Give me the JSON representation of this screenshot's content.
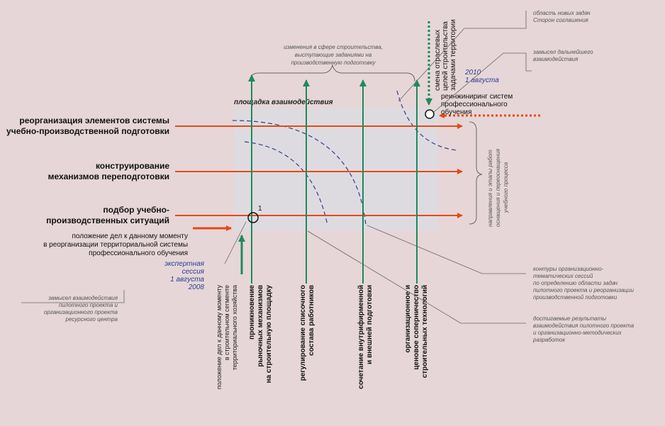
{
  "colors": {
    "background": "#e6d6d8",
    "platform": "#dedbe0",
    "orange": "#e34b15",
    "green": "#1e8a5a",
    "dash_blue": "#2b3f8f"
  },
  "platform_label": "площадка взаимодействия",
  "top_caption": [
    "изменения в сфере строительства,",
    "выступающие заданиями на",
    "производственную подготовку"
  ],
  "rows": [
    [
      "реорганизация элементов системы",
      "учебно-производственной подготовки"
    ],
    [
      "конструирование",
      "механизмов переподготовки"
    ],
    [
      "подбор учебно-",
      "производственных ситуаций"
    ]
  ],
  "columns": [
    [
      "проникновение",
      "рыночных механизмов",
      "на строительную площадку"
    ],
    [
      "регулирование списочного",
      "состава работников"
    ],
    [
      "сочетание внутрифирменной",
      "и внешней подготовки"
    ],
    [
      "организационное и",
      "ценовое соперничество",
      "строительных технологий"
    ]
  ],
  "situation_text": [
    "положение дел к данному моменту",
    "в реорганизации территориальной системы",
    "профессионального обучения"
  ],
  "baseline_vertical": [
    "положение дел к данному моменту",
    "в строительном сегменте",
    "территориального хозяйства"
  ],
  "sector_goals": [
    "смена отраслевых",
    "целей строительства",
    "задачами территории"
  ],
  "reengineering": [
    "реинжиниринг систем",
    "профессионального",
    "обучения"
  ],
  "expert_session": [
    "экспертная",
    "сессия",
    "1 августа",
    "2008"
  ],
  "date_2010": [
    "2010",
    "1 августа"
  ],
  "point_label": "1",
  "right_bracket_text": [
    "направления и этапы работ",
    "оснащения и переоснащения",
    "учебного процесса"
  ],
  "notes": {
    "new_tasks": [
      "область новых задач",
      "Сторон соглашения"
    ],
    "further_intent": [
      "замысел дальнейшего",
      "взаимодействия"
    ],
    "contours": [
      "контуры организационно-",
      "тематических сессий",
      "по определению области задач",
      "пилотного проекта и реорганизации",
      "производственной подготовки"
    ],
    "results": [
      "достигаемые результаты",
      "взаимодействия пилотного проекта",
      "и организационно-методических",
      "разработок"
    ],
    "intent_left": [
      "замысел взаимодействия",
      "пилотного проекта и",
      "организационного проекта",
      "ресурсного центра"
    ]
  }
}
